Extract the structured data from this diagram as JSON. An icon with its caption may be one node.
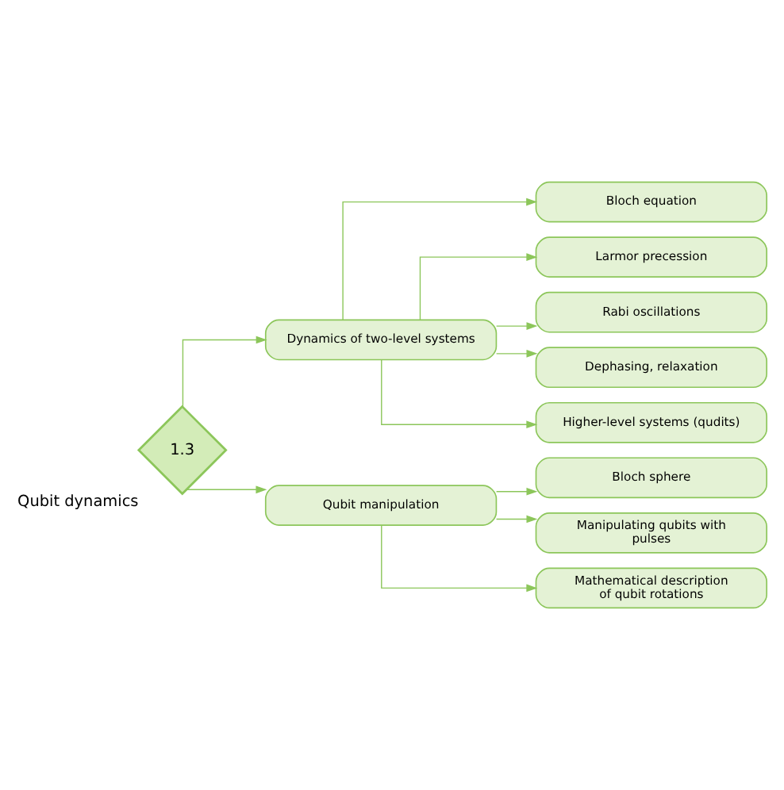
{
  "diagram": {
    "nodes": [
      {
        "text": [
          "1.3"
        ],
        "beside": [
          "Qubit dynamics"
        ]
      },
      {
        "text": [
          "Dynamics of two-level systems"
        ]
      },
      {
        "text": [
          "Bloch equation"
        ]
      },
      {
        "text": [
          "Larmor precession"
        ]
      },
      {
        "text": [
          "Rabi oscillations"
        ]
      },
      {
        "text": [
          "Dephasing, relaxation"
        ]
      },
      {
        "text": [
          "Higher-level systems (qudits)"
        ]
      },
      {
        "text": [
          "Qubit manipulation"
        ]
      },
      {
        "text": [
          "Bloch sphere"
        ]
      },
      {
        "text": [
          "Manipulating qubits with pulses"
        ]
      },
      {
        "text": [
          "Mathematical description of qubit rotations"
        ]
      }
    ],
    "edges": [
      {
        "from": 0,
        "to": 1,
        "arrow": "to"
      },
      {
        "from": 1,
        "to": 2,
        "arrow": "to"
      },
      {
        "from": 1,
        "to": 3,
        "arrow": "to"
      },
      {
        "from": 1,
        "to": 4,
        "arrow": "to"
      },
      {
        "from": 1,
        "to": 5,
        "arrow": "to"
      },
      {
        "from": 1,
        "to": 6,
        "arrow": "to"
      },
      {
        "from": 0,
        "to": 7,
        "arrow": "to"
      },
      {
        "from": 7,
        "to": 8,
        "arrow": "to"
      },
      {
        "from": 7,
        "to": 9,
        "arrow": "to"
      },
      {
        "from": 7,
        "to": 10,
        "arrow": "to"
      }
    ]
  }
}
